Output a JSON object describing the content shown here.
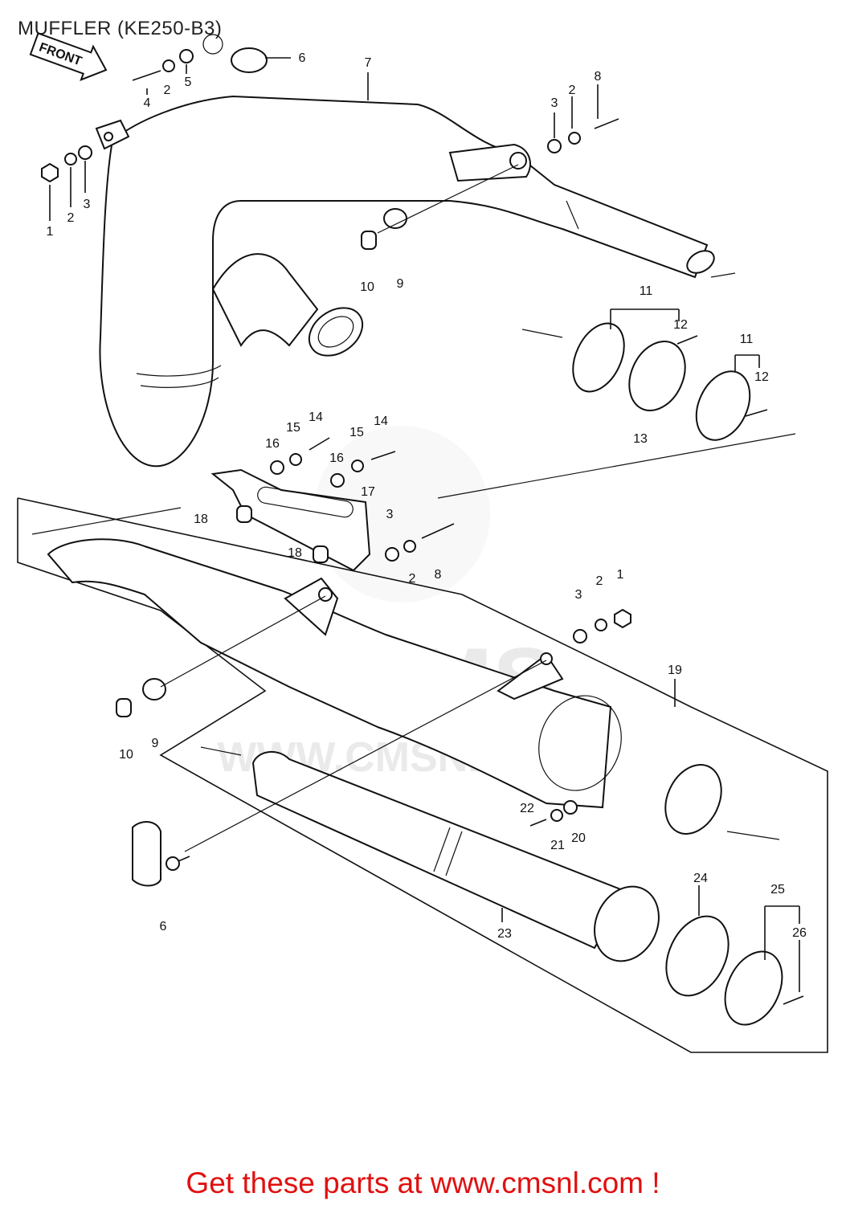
{
  "title": "MUFFLER (KE250-B3)",
  "front_tag": "FRONT",
  "footer": "Get these parts at www.cmsnl.com !",
  "watermark": {
    "logo": "CMS",
    "url": "WWW.CMSNL.COM"
  },
  "callouts": {
    "c1a": "1",
    "c2a": "2",
    "c3a": "3",
    "c4": "4",
    "c2b": "2",
    "c5": "5",
    "c6a": "6",
    "c7": "7",
    "c3b": "3",
    "c2c": "2",
    "c8a": "8",
    "c10a": "10",
    "c9a": "9",
    "c11a": "11",
    "c12a": "12",
    "c13": "13",
    "c11b": "11",
    "c12b": "12",
    "c16a": "16",
    "c15a": "15",
    "c14a": "14",
    "c15b": "15",
    "c14b": "14",
    "c16b": "16",
    "c17": "17",
    "c18a": "18",
    "c18b": "18",
    "c3c": "3",
    "c2d": "2",
    "c8b": "8",
    "c3d": "3",
    "c2e": "2",
    "c1b": "1",
    "c19": "19",
    "c10b": "10",
    "c9b": "9",
    "c22": "22",
    "c21": "21",
    "c20": "20",
    "c6b": "6",
    "c23": "23",
    "c24": "24",
    "c25": "25",
    "c26": "26"
  }
}
